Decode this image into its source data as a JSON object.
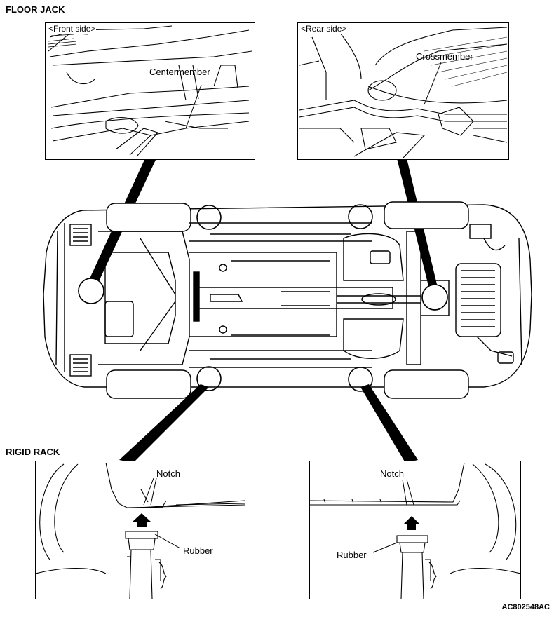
{
  "sections": {
    "floor_jack": "FLOOR JACK",
    "rigid_rack": "RIGID RACK"
  },
  "panels": {
    "front": {
      "title": "<Front side>",
      "callout": "Centermember"
    },
    "rear": {
      "title": "<Rear side>",
      "callout": "Crossmember"
    },
    "rack_left": {
      "notch": "Notch",
      "rubber": "Rubber"
    },
    "rack_right": {
      "notch": "Notch",
      "rubber": "Rubber"
    }
  },
  "figure_code": "AC802548AC"
}
